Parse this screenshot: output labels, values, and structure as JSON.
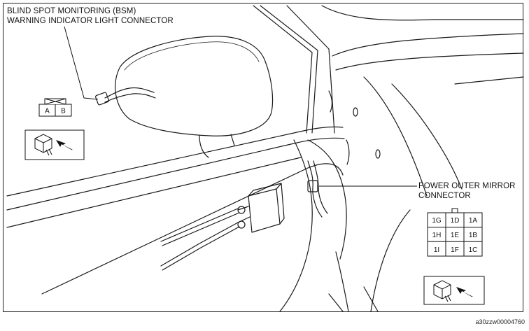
{
  "labels": {
    "bsm_line1": "BLIND SPOT MONITORING (BSM)",
    "bsm_line2": "WARNING INDICATOR LIGHT CONNECTOR",
    "pom_line1": "POWER OUTER MIRROR",
    "pom_line2": "CONNECTOR"
  },
  "bsm_connector_pins": [
    "A",
    "B"
  ],
  "pom_connector_pins": [
    [
      "1G",
      "1D",
      "1A"
    ],
    [
      "1H",
      "1E",
      "1B"
    ],
    [
      "1I",
      "1F",
      "1C"
    ]
  ],
  "figure_id": "a30zzw00004760",
  "icons": [
    "connector-insert-icon",
    "connector-insert-icon"
  ]
}
